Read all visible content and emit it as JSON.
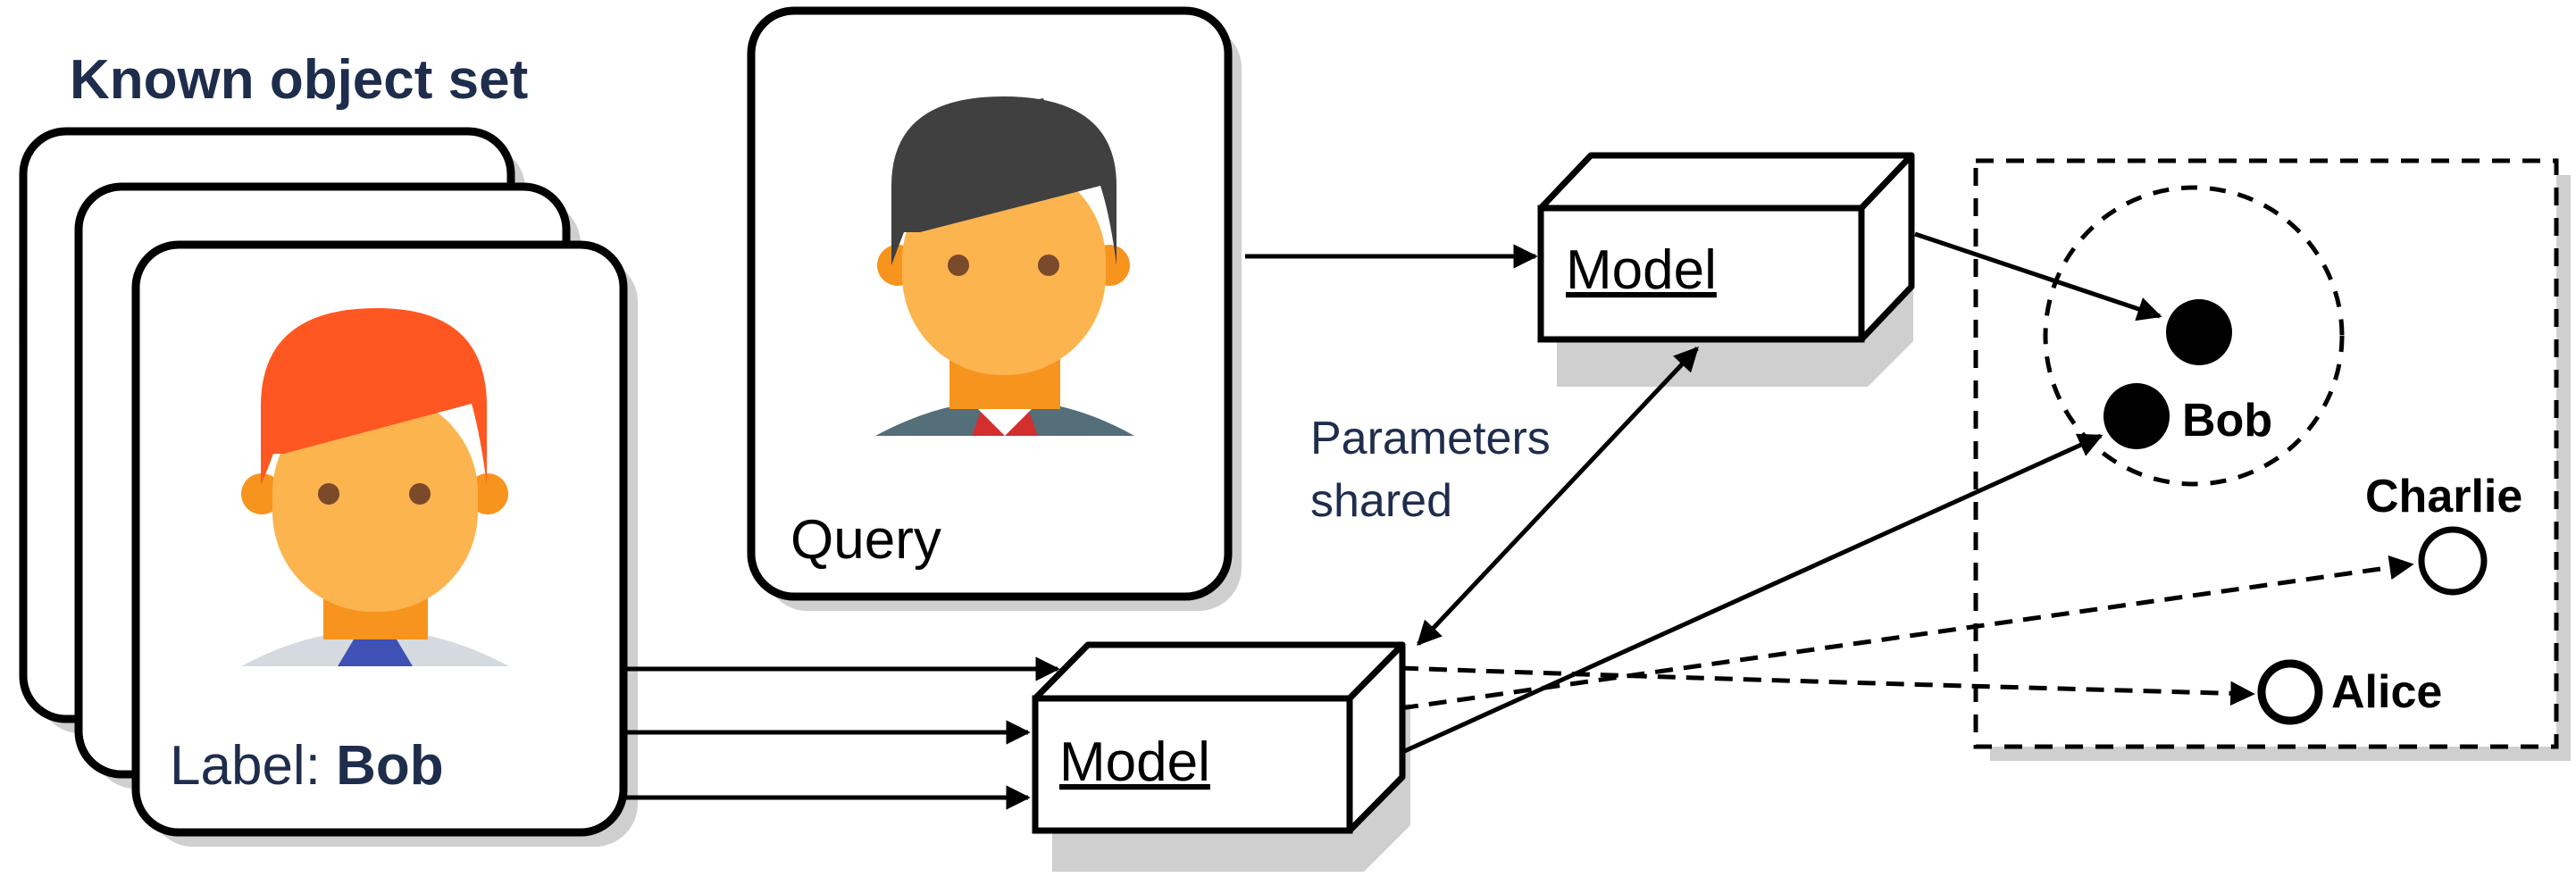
{
  "known_set": {
    "title": "Known object set",
    "label_prefix": "Label: ",
    "label_value": "Bob"
  },
  "query": {
    "label": "Query"
  },
  "models": {
    "top_label": "Model",
    "bottom_label": "Model"
  },
  "shared_note": {
    "line1": "Parameters",
    "line2": "shared"
  },
  "embedding_nodes": [
    {
      "name": "Bob",
      "filled": true
    },
    {
      "name": "Charlie",
      "filled": false
    },
    {
      "name": "Alice",
      "filled": false
    }
  ],
  "colors": {
    "stroke": "#000000",
    "shadow": "#cfcfcf",
    "title": "#1f2d4d",
    "label_bold": "#1f2d4d",
    "shared_text": "#1f2d4d",
    "skin": "#fbb44e",
    "neck": "#f7941e",
    "hair_bob": "#ff5722",
    "hair_query": "#404040",
    "eyes": "#7a4a2b",
    "shirt_bob": "#d4dadf",
    "tie_bob": "#3f51b5",
    "suit_query": "#546e7a",
    "tie_query": "#d32f2f"
  }
}
